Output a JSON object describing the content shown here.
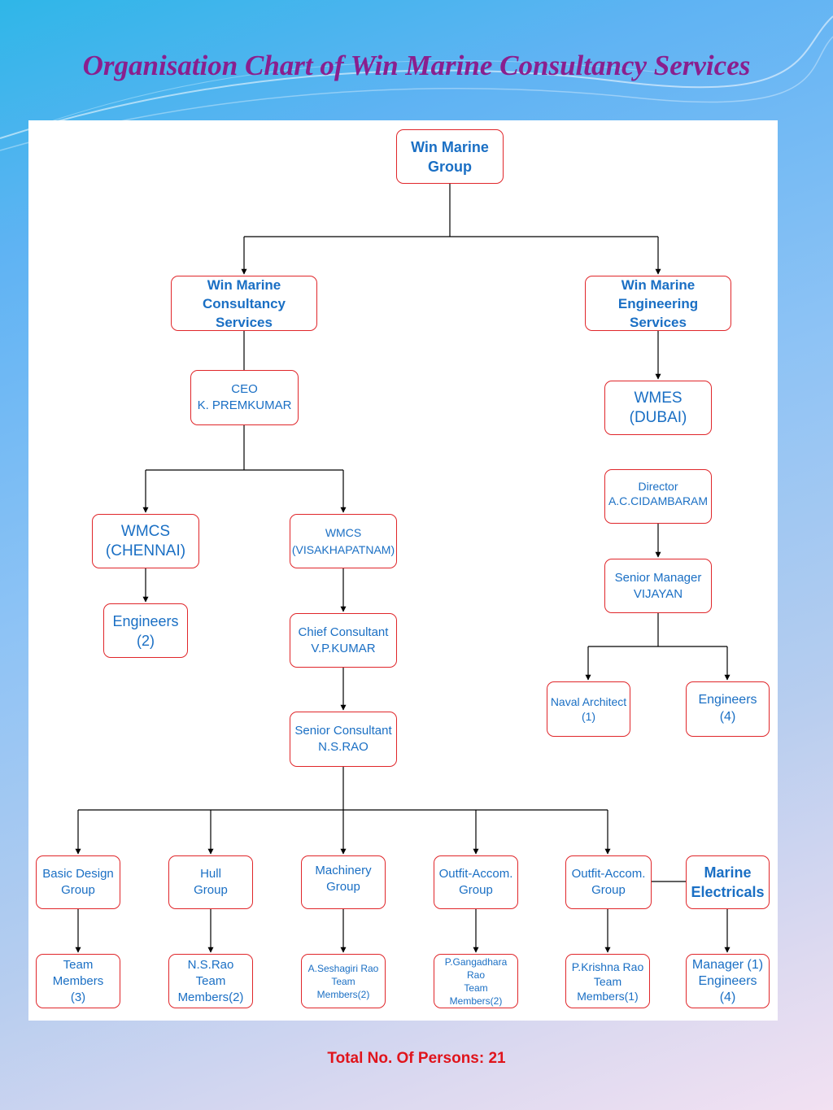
{
  "title": "Organisation Chart of Win Marine Consultancy Services",
  "total": "Total No. Of Persons: 21",
  "colors": {
    "title": "#8a1f8e",
    "node_text": "#1a6fc4",
    "node_border": "#e0262a",
    "connector": "#000000",
    "total": "#e0141c"
  },
  "org_chart": {
    "root": {
      "lines": [
        "Win Marine",
        "Group"
      ]
    },
    "wmcs": {
      "header": {
        "lines": [
          "Win Marine",
          "Consultancy",
          "Services"
        ]
      },
      "ceo": {
        "lines": [
          "CEO",
          "K. PREMKUMAR"
        ]
      },
      "chennai": {
        "lines": [
          "WMCS",
          "(CHENNAI)"
        ]
      },
      "chennai_engineers": {
        "lines": [
          "Engineers",
          "(2)"
        ]
      },
      "vizag": {
        "lines": [
          "WMCS",
          "(VISAKHAPATNAM)"
        ]
      },
      "chief_consultant": {
        "lines": [
          "Chief Consultant",
          "V.P.KUMAR"
        ]
      },
      "senior_consultant": {
        "lines": [
          "Senior Consultant",
          "N.S.RAO"
        ]
      },
      "groups": [
        {
          "lines": [
            "Basic Design",
            "Group"
          ]
        },
        {
          "lines": [
            "Hull",
            "Group"
          ]
        },
        {
          "lines": [
            "Machinery",
            "Group"
          ]
        },
        {
          "lines": [
            "Outfit-Accom.",
            "Group"
          ]
        },
        {
          "lines": [
            "Outfit-Accom.",
            "Group"
          ]
        },
        {
          "lines": [
            "Marine",
            "Electricals"
          ]
        }
      ],
      "teams": [
        {
          "lines": [
            "Team",
            "Members",
            "(3)"
          ]
        },
        {
          "lines": [
            "N.S.Rao",
            "Team",
            "Members(2)"
          ]
        },
        {
          "lines": [
            "A.Seshagiri Rao",
            "Team",
            "Members(2)"
          ]
        },
        {
          "lines": [
            "P.Gangadhara",
            "Rao",
            "Team",
            "Members(2)"
          ]
        },
        {
          "lines": [
            "P.Krishna Rao",
            "Team",
            "Members(1)"
          ]
        },
        {
          "lines": [
            "Manager (1)",
            "Engineers",
            "(4)"
          ]
        }
      ]
    },
    "wmes": {
      "header": {
        "lines": [
          "Win Marine",
          "Engineering",
          "Services"
        ]
      },
      "dubai": {
        "lines": [
          "WMES",
          "(DUBAI)"
        ]
      },
      "director": {
        "lines": [
          "Director",
          "A.C.CIDAMBARAM"
        ]
      },
      "senior_manager": {
        "lines": [
          "Senior Manager",
          "VIJAYAN"
        ]
      },
      "naval_architect": {
        "lines": [
          "Naval Architect",
          "(1)"
        ]
      },
      "engineers": {
        "lines": [
          "Engineers",
          "(4)"
        ]
      }
    }
  }
}
